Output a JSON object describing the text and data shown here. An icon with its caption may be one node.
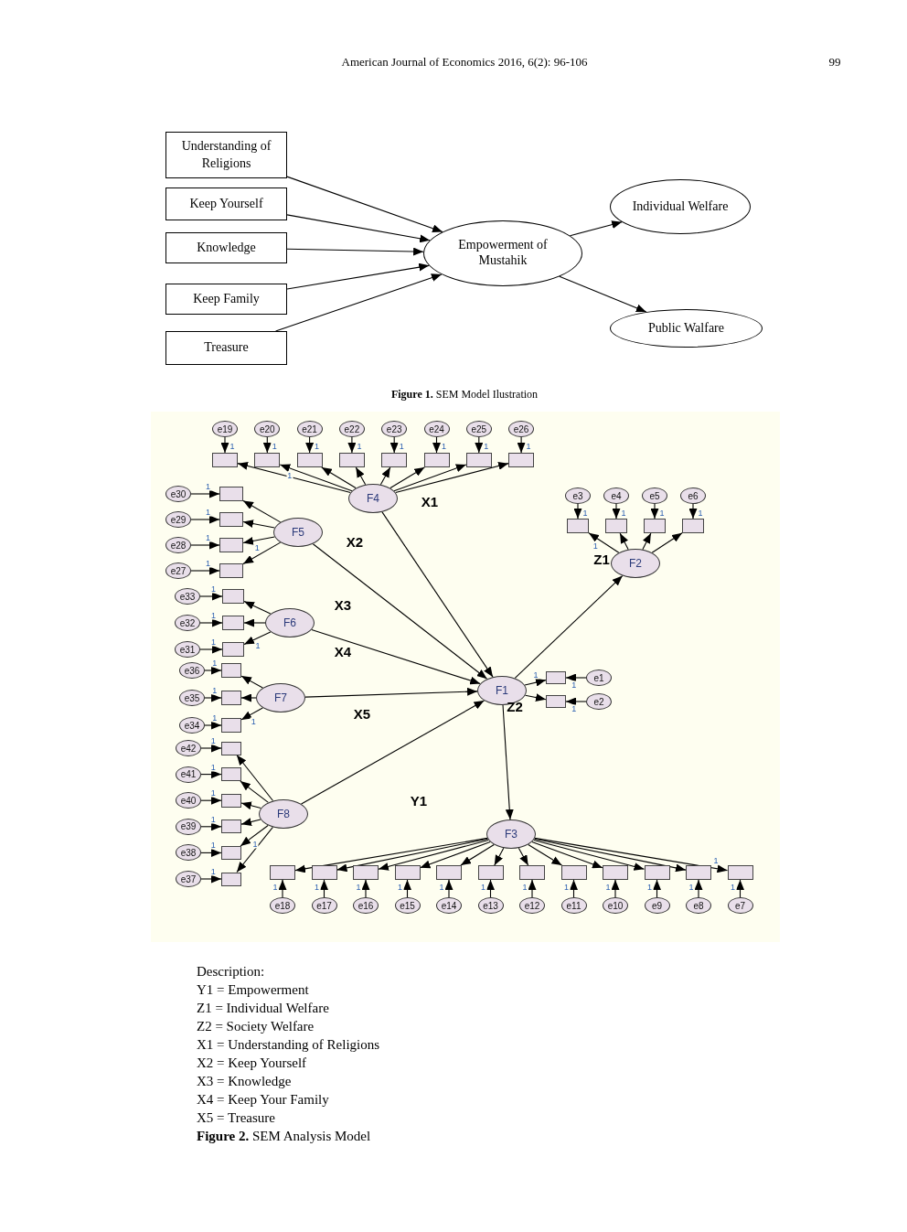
{
  "diagram": {
    "nodes": [
      {
        "text": [
          "Understanding of Religions"
        ]
      },
      {
        "text": [
          "Keep Yourself"
        ]
      },
      {
        "text": [
          "Knowledge"
        ]
      },
      {
        "text": [
          "Keep Family"
        ]
      },
      {
        "text": [
          "Treasure"
        ]
      },
      {
        "text": [
          "Empowerment of Mustahik"
        ]
      },
      {
        "text": [
          "Individual Welfare"
        ]
      },
      {
        "text": [
          "Public Walfare"
        ]
      },
      {
        "text": [
          "F4"
        ]
      },
      {
        "text": [
          "F5"
        ]
      },
      {
        "text": [
          "F6"
        ]
      },
      {
        "text": [
          "F7"
        ]
      },
      {
        "text": [
          "F8"
        ]
      },
      {
        "text": [
          "F1"
        ]
      },
      {
        "text": [
          "F2"
        ]
      },
      {
        "text": [
          "F3"
        ]
      },
      {
        "text": [
          "e19"
        ]
      },
      {
        "text": [
          "e20"
        ]
      },
      {
        "text": [
          "e21"
        ]
      },
      {
        "text": [
          "e22"
        ]
      },
      {
        "text": [
          "e23"
        ]
      },
      {
        "text": [
          "e24"
        ]
      },
      {
        "text": [
          "e25"
        ]
      },
      {
        "text": [
          "e26"
        ]
      },
      {
        "text": [],
        "shape": "box"
      },
      {
        "text": [],
        "shape": "box"
      },
      {
        "text": [],
        "shape": "box"
      },
      {
        "text": [],
        "shape": "box"
      },
      {
        "text": [],
        "shape": "box"
      },
      {
        "text": [],
        "shape": "box"
      },
      {
        "text": [],
        "shape": "box"
      },
      {
        "text": [],
        "shape": "box"
      },
      {
        "text": [
          "e3"
        ]
      },
      {
        "text": [
          "e4"
        ]
      },
      {
        "text": [
          "e5"
        ]
      },
      {
        "text": [
          "e6"
        ]
      },
      {
        "text": [],
        "shape": "box"
      },
      {
        "text": [],
        "shape": "box"
      },
      {
        "text": [],
        "shape": "box"
      },
      {
        "text": [],
        "shape": "box"
      },
      {
        "text": [
          "e30"
        ]
      },
      {
        "text": [
          "e29"
        ]
      },
      {
        "text": [
          "e28"
        ]
      },
      {
        "text": [
          "e27"
        ]
      },
      {
        "text": [],
        "shape": "box"
      },
      {
        "text": [],
        "shape": "box"
      },
      {
        "text": [],
        "shape": "box"
      },
      {
        "text": [],
        "shape": "box"
      },
      {
        "text": [
          "e33"
        ]
      },
      {
        "text": [
          "e32"
        ]
      },
      {
        "text": [
          "e31"
        ]
      },
      {
        "text": [],
        "shape": "box"
      },
      {
        "text": [],
        "shape": "box"
      },
      {
        "text": [],
        "shape": "box"
      },
      {
        "text": [
          "e36"
        ]
      },
      {
        "text": [
          "e35"
        ]
      },
      {
        "text": [
          "e34"
        ]
      },
      {
        "text": [],
        "shape": "box"
      },
      {
        "text": [],
        "shape": "box"
      },
      {
        "text": [],
        "shape": "box"
      },
      {
        "text": [
          "e42"
        ]
      },
      {
        "text": [
          "e41"
        ]
      },
      {
        "text": [
          "e40"
        ]
      },
      {
        "text": [
          "e39"
        ]
      },
      {
        "text": [
          "e38"
        ]
      },
      {
        "text": [
          "e37"
        ]
      },
      {
        "text": [],
        "shape": "box"
      },
      {
        "text": [],
        "shape": "box"
      },
      {
        "text": [],
        "shape": "box"
      },
      {
        "text": [],
        "shape": "box"
      },
      {
        "text": [],
        "shape": "box"
      },
      {
        "text": [],
        "shape": "box"
      },
      {
        "text": [
          "e1"
        ]
      },
      {
        "text": [
          "e2"
        ]
      },
      {
        "text": [],
        "shape": "box"
      },
      {
        "text": [],
        "shape": "box"
      },
      {
        "text": [
          "e18"
        ]
      },
      {
        "text": [
          "e17"
        ]
      },
      {
        "text": [
          "e16"
        ]
      },
      {
        "text": [
          "e15"
        ]
      },
      {
        "text": [
          "e14"
        ]
      },
      {
        "text": [
          "e13"
        ]
      },
      {
        "text": [
          "e12"
        ]
      },
      {
        "text": [
          "e11"
        ]
      },
      {
        "text": [
          "e10"
        ]
      },
      {
        "text": [
          "e9"
        ]
      },
      {
        "text": [
          "e8"
        ]
      },
      {
        "text": [
          "e7"
        ]
      },
      {
        "text": [],
        "shape": "box"
      },
      {
        "text": [],
        "shape": "box"
      },
      {
        "text": [],
        "shape": "box"
      },
      {
        "text": [],
        "shape": "box"
      },
      {
        "text": [],
        "shape": "box"
      },
      {
        "text": [],
        "shape": "box"
      },
      {
        "text": [],
        "shape": "box"
      },
      {
        "text": [],
        "shape": "box"
      },
      {
        "text": [],
        "shape": "box"
      },
      {
        "text": [],
        "shape": "box"
      },
      {
        "text": [],
        "shape": "box"
      },
      {
        "text": [],
        "shape": "box"
      }
    ],
    "edges": [
      {
        "from": 0,
        "to": 5,
        "arrow": "to"
      },
      {
        "from": 1,
        "to": 5,
        "arrow": "to"
      },
      {
        "from": 2,
        "to": 5,
        "arrow": "to"
      },
      {
        "from": 3,
        "to": 5,
        "arrow": "to"
      },
      {
        "from": 4,
        "to": 5,
        "arrow": "to"
      },
      {
        "from": 5,
        "to": 6,
        "arrow": "to"
      },
      {
        "from": 5,
        "to": 7,
        "arrow": "to"
      },
      {
        "from": 8,
        "to": 13,
        "arrow": "to"
      },
      {
        "from": 9,
        "to": 13,
        "arrow": "to"
      },
      {
        "from": 10,
        "to": 13,
        "arrow": "to"
      },
      {
        "from": 11,
        "to": 13,
        "arrow": "to"
      },
      {
        "from": 12,
        "to": 13,
        "arrow": "to"
      },
      {
        "from": 13,
        "to": 14,
        "arrow": "to"
      },
      {
        "from": 13,
        "to": 15,
        "arrow": "to"
      },
      {
        "from": 16,
        "to": 24,
        "arrow": "to",
        "label": "1"
      },
      {
        "from": 17,
        "to": 25,
        "arrow": "to",
        "label": "1"
      },
      {
        "from": 18,
        "to": 26,
        "arrow": "to",
        "label": "1"
      },
      {
        "from": 19,
        "to": 27,
        "arrow": "to",
        "label": "1"
      },
      {
        "from": 20,
        "to": 28,
        "arrow": "to",
        "label": "1"
      },
      {
        "from": 21,
        "to": 29,
        "arrow": "to",
        "label": "1"
      },
      {
        "from": 22,
        "to": 30,
        "arrow": "to",
        "label": "1"
      },
      {
        "from": 23,
        "to": 31,
        "arrow": "to",
        "label": "1"
      },
      {
        "from": 8,
        "to": 24,
        "arrow": "to"
      },
      {
        "from": 8,
        "to": 25,
        "arrow": "to",
        "label": "1"
      },
      {
        "from": 8,
        "to": 26,
        "arrow": "to"
      },
      {
        "from": 8,
        "to": 27,
        "arrow": "to"
      },
      {
        "from": 8,
        "to": 28,
        "arrow": "to"
      },
      {
        "from": 8,
        "to": 29,
        "arrow": "to"
      },
      {
        "from": 8,
        "to": 30,
        "arrow": "to"
      },
      {
        "from": 8,
        "to": 31,
        "arrow": "to"
      },
      {
        "from": 32,
        "to": 36,
        "arrow": "to",
        "label": "1"
      },
      {
        "from": 33,
        "to": 37,
        "arrow": "to",
        "label": "1"
      },
      {
        "from": 34,
        "to": 38,
        "arrow": "to",
        "label": "1"
      },
      {
        "from": 35,
        "to": 39,
        "arrow": "to",
        "label": "1"
      },
      {
        "from": 14,
        "to": 36,
        "arrow": "to",
        "label": "1"
      },
      {
        "from": 14,
        "to": 37,
        "arrow": "to"
      },
      {
        "from": 14,
        "to": 38,
        "arrow": "to"
      },
      {
        "from": 14,
        "to": 39,
        "arrow": "to"
      },
      {
        "from": 40,
        "to": 44,
        "arrow": "to",
        "label": "1"
      },
      {
        "from": 41,
        "to": 45,
        "arrow": "to",
        "label": "1"
      },
      {
        "from": 42,
        "to": 46,
        "arrow": "to",
        "label": "1"
      },
      {
        "from": 43,
        "to": 47,
        "arrow": "to",
        "label": "1"
      },
      {
        "from": 9,
        "to": 44,
        "arrow": "to"
      },
      {
        "from": 9,
        "to": 45,
        "arrow": "to"
      },
      {
        "from": 9,
        "to": 46,
        "arrow": "to",
        "label": "1"
      },
      {
        "from": 9,
        "to": 47,
        "arrow": "to"
      },
      {
        "from": 48,
        "to": 51,
        "arrow": "to",
        "label": "1"
      },
      {
        "from": 49,
        "to": 52,
        "arrow": "to",
        "label": "1"
      },
      {
        "from": 50,
        "to": 53,
        "arrow": "to",
        "label": "1"
      },
      {
        "from": 10,
        "to": 51,
        "arrow": "to"
      },
      {
        "from": 10,
        "to": 52,
        "arrow": "to"
      },
      {
        "from": 10,
        "to": 53,
        "arrow": "to",
        "label": "1"
      },
      {
        "from": 54,
        "to": 57,
        "arrow": "to",
        "label": "1"
      },
      {
        "from": 55,
        "to": 58,
        "arrow": "to",
        "label": "1"
      },
      {
        "from": 56,
        "to": 59,
        "arrow": "to",
        "label": "1"
      },
      {
        "from": 11,
        "to": 57,
        "arrow": "to"
      },
      {
        "from": 11,
        "to": 58,
        "arrow": "to"
      },
      {
        "from": 11,
        "to": 59,
        "arrow": "to",
        "label": "1"
      },
      {
        "from": 60,
        "to": 66,
        "arrow": "to",
        "label": "1"
      },
      {
        "from": 61,
        "to": 67,
        "arrow": "to",
        "label": "1"
      },
      {
        "from": 62,
        "to": 68,
        "arrow": "to",
        "label": "1"
      },
      {
        "from": 63,
        "to": 69,
        "arrow": "to",
        "label": "1"
      },
      {
        "from": 64,
        "to": 70,
        "arrow": "to",
        "label": "1"
      },
      {
        "from": 65,
        "to": 71,
        "arrow": "to",
        "label": "1"
      },
      {
        "from": 12,
        "to": 66,
        "arrow": "to"
      },
      {
        "from": 12,
        "to": 67,
        "arrow": "to"
      },
      {
        "from": 12,
        "to": 68,
        "arrow": "to"
      },
      {
        "from": 12,
        "to": 69,
        "arrow": "to"
      },
      {
        "from": 12,
        "to": 70,
        "arrow": "to",
        "label": "1"
      },
      {
        "from": 12,
        "to": 71,
        "arrow": "to"
      },
      {
        "from": 72,
        "to": 74,
        "arrow": "to",
        "label": "1"
      },
      {
        "from": 73,
        "to": 75,
        "arrow": "to",
        "label": "1"
      },
      {
        "from": 13,
        "to": 74,
        "arrow": "to",
        "label": "1"
      },
      {
        "from": 13,
        "to": 75,
        "arrow": "to"
      },
      {
        "from": 76,
        "to": 88,
        "arrow": "to",
        "label": "1"
      },
      {
        "from": 77,
        "to": 89,
        "arrow": "to",
        "label": "1"
      },
      {
        "from": 78,
        "to": 90,
        "arrow": "to",
        "label": "1"
      },
      {
        "from": 79,
        "to": 91,
        "arrow": "to",
        "label": "1"
      },
      {
        "from": 80,
        "to": 92,
        "arrow": "to",
        "label": "1"
      },
      {
        "from": 81,
        "to": 93,
        "arrow": "to",
        "label": "1"
      },
      {
        "from": 82,
        "to": 94,
        "arrow": "to",
        "label": "1"
      },
      {
        "from": 83,
        "to": 95,
        "arrow": "to",
        "label": "1"
      },
      {
        "from": 84,
        "to": 96,
        "arrow": "to",
        "label": "1"
      },
      {
        "from": 85,
        "to": 97,
        "arrow": "to",
        "label": "1"
      },
      {
        "from": 86,
        "to": 98,
        "arrow": "to",
        "label": "1"
      },
      {
        "from": 87,
        "to": 99,
        "arrow": "to",
        "label": "1"
      },
      {
        "from": 15,
        "to": 88,
        "arrow": "to"
      },
      {
        "from": 15,
        "to": 89,
        "arrow": "to"
      },
      {
        "from": 15,
        "to": 90,
        "arrow": "to"
      },
      {
        "from": 15,
        "to": 91,
        "arrow": "to"
      },
      {
        "from": 15,
        "to": 92,
        "arrow": "to"
      },
      {
        "from": 15,
        "to": 93,
        "arrow": "to"
      },
      {
        "from": 15,
        "to": 94,
        "arrow": "to"
      },
      {
        "from": 15,
        "to": 95,
        "arrow": "to"
      },
      {
        "from": 15,
        "to": 96,
        "arrow": "to"
      },
      {
        "from": 15,
        "to": 97,
        "arrow": "to"
      },
      {
        "from": 15,
        "to": 98,
        "arrow": "to"
      },
      {
        "from": 15,
        "to": 99,
        "arrow": "to",
        "label": "1"
      }
    ],
    "labels": [
      "American Journal of Economics 2016, 6(2): 96-106",
      "99",
      "**Figure 1.** SEM Model Ilustration",
      "X1",
      "X2",
      "X3",
      "X4",
      "X5",
      "Z1",
      "Z2",
      "Y1",
      "Description:",
      "Y1 = Empowerment",
      "Z1 = Individual Welfare",
      "Z2 = Society Welfare",
      "X1 = Understanding of Religions",
      "X2 = Keep Yourself",
      "X3 = Knowledge",
      "X4 = Keep Your Family",
      "X5 = Treasure",
      "**Figure 2.** SEM Analysis Model"
    ]
  }
}
